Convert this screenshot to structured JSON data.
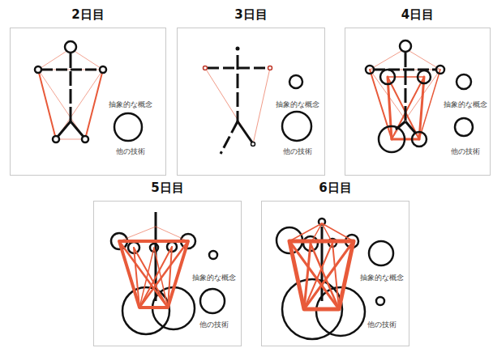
{
  "diagram": {
    "nodes": [
      {
        "text": [
          "2日目",
          "抽象的な概念",
          "他の技術"
        ]
      },
      {
        "text": [
          "3日目",
          "抽象的な概念",
          "他の技術"
        ]
      },
      {
        "text": [
          "4日目",
          "抽象的な概念",
          "他の技術"
        ]
      },
      {
        "text": [
          "5日目",
          "抽象的な概念",
          "他の技術"
        ]
      },
      {
        "text": [
          "6日目",
          "抽象的な概念",
          "他の技術"
        ]
      }
    ]
  }
}
